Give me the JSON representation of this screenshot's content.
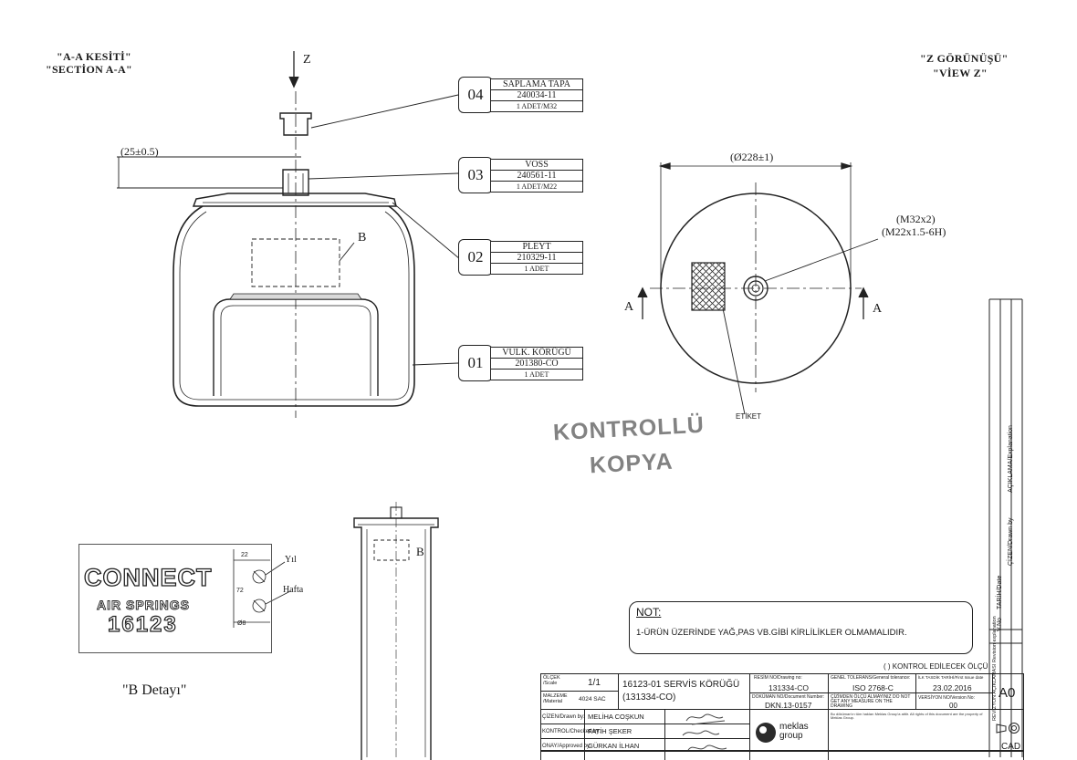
{
  "section_title": {
    "line1": "\"A-A KESİTİ\"",
    "line2": "\"SECTİON A-A\""
  },
  "view_title": {
    "line1": "\"Z GÖRÜNÜŞÜ\"",
    "line2": "\"VİEW Z\""
  },
  "z_arrow_label": "Z",
  "height_dim": "(25±0.5)",
  "diameter_dim": "(Ø228±1)",
  "thread_dim": {
    "line1": "(M32x2)",
    "line2": "(M22x1.5-6H)"
  },
  "section_marks": {
    "left": "A",
    "right": "A"
  },
  "label_b": "B",
  "etiket_label": "ETİKET",
  "bom": [
    {
      "num": "04",
      "name": "SAPLAMA TAPA",
      "code": "240034-11",
      "qty": "1 ADET/M32"
    },
    {
      "num": "03",
      "name": "VOSS",
      "code": "240561-11",
      "qty": "1 ADET/M22"
    },
    {
      "num": "02",
      "name": "PLEYT",
      "code": "210329-11",
      "qty": "1 ADET"
    },
    {
      "num": "01",
      "name": "VULK. KÖRÜĞÜ",
      "code": "201380-CO",
      "qty": "1 ADET"
    }
  ],
  "stamp": {
    "line1": "KONTROLLÜ",
    "line2": "KOPYA"
  },
  "logo": {
    "brand": "CONNECT",
    "sub": "AIR SPRINGS",
    "code": "16123",
    "yil": "Yıl",
    "hafta": "Hafta",
    "d1": "22",
    "d2": "72",
    "d3": "Ø8"
  },
  "b_detail": "\"B  Detayı\"",
  "note": {
    "title": "NOT:",
    "text": "1-ÜRÜN ÜZERİNDE YAĞ,PAS VB.GİBİ KİRLİLİKLER OLMAMALIDIR."
  },
  "control_dim_note": "( ) KONTROL EDİLECEK ÖLÇÜ",
  "revision_strip": {
    "col1": "V.No",
    "col2": "TARİH/Date",
    "col3": "ÇİZEN/Drawn by",
    "col4": "AÇIKLAMA/Explanation",
    "col5": "REVİZYON AÇIKLAMASI Revision explanation"
  },
  "title_block": {
    "scale_label": "ÖLÇEK /Scale",
    "scale": "1/1",
    "material_label": "MALZEME /Material",
    "material": "4024 SAC",
    "title": "16123-01 SERVİS KÖRÜĞÜ",
    "title2": "(131334-CO)",
    "drawing_no_label": "RESİM NO/Drawing no:",
    "drawing_no": "131334-CO",
    "doc_no_label": "DOKÜMAN NO/Document Number:",
    "doc_no": "DKN.13-0157",
    "tolerance_label": "GENEL TOLERANS/General tolerance:",
    "tolerance": "ISO 2768-C",
    "scale_warn": "ÇİZİMDEN ÖLÇÜ ALMAYINIZ DO NOT GET ANY MEASURE ON THE DRAWING",
    "date_label": "İLK TASDİK TARİHİ/First Issue date",
    "date": "23.02.2016",
    "version_label": "VERSİYON NO/Version No:",
    "version": "00",
    "sheet": "A0",
    "drawn_label": "ÇİZEN/Drawn by:",
    "drawn": "MELİHA COŞKUN",
    "checked_label": "KONTROL/Checked by:",
    "checked": "FATİH ŞEKER",
    "approved_label": "ONAY/Approved by:",
    "approved": "GÜRKAN İLHAN",
    "company": "meklas group",
    "cad": "CAD",
    "legal": "Bu döküman'ın tüm hakları Meklas Group'a aittir. All rights of this document are the property of Meklas Group."
  }
}
